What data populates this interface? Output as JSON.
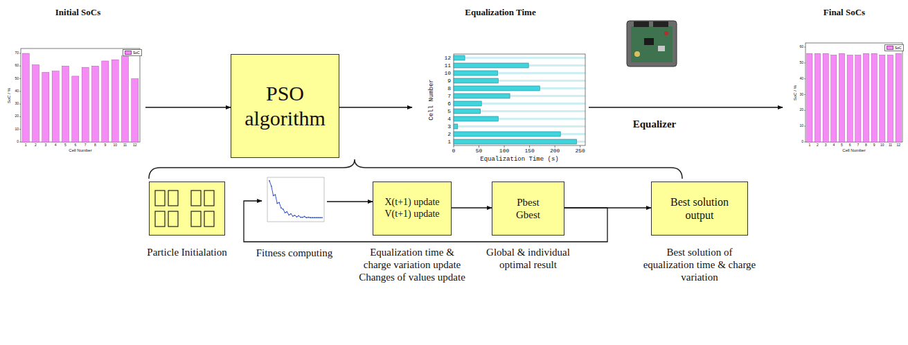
{
  "diagram": {
    "nodes": [
      {
        "text": [
          "Initial SoCs"
        ]
      },
      {
        "text": [
          "PSO algorithm"
        ]
      },
      {
        "text": [
          "Equalization Time"
        ]
      },
      {
        "text": [
          "Final SoCs"
        ]
      },
      {
        "text": [
          "Particle Initialation"
        ]
      },
      {
        "text": [
          "Fitness computing"
        ]
      },
      {
        "text": [
          "X(t+1) update V(t+1) update",
          "Equalization time & charge variation update Changes of values update"
        ]
      },
      {
        "text": [
          "Pbest Gbest",
          "Global & individual optimal result"
        ]
      },
      {
        "text": [
          "Best solution output",
          "Best solution of equalization time & charge variation"
        ]
      }
    ],
    "edges": [
      {
        "from": 0,
        "to": 1,
        "arrow": "to"
      },
      {
        "from": 1,
        "to": 2,
        "arrow": "to"
      },
      {
        "from": 2,
        "to": 3,
        "arrow": "to",
        "label": "Equalizer"
      },
      {
        "from": 5,
        "to": 6,
        "arrow": "to"
      },
      {
        "from": 6,
        "to": 7,
        "arrow": "to"
      },
      {
        "from": 7,
        "to": 8,
        "arrow": "to"
      },
      {
        "from": 7,
        "to": 5,
        "arrow": "to"
      }
    ],
    "labels": [
      "SoC / %",
      "Cell Number",
      "0",
      "10",
      "20",
      "30",
      "40",
      "50",
      "60",
      "70",
      "1",
      "2",
      "3",
      "4",
      "5",
      "6",
      "7",
      "8",
      "9",
      "10",
      "11",
      "12",
      "Cell Number",
      "Equalization Time (s)",
      "1",
      "2",
      "3",
      "4",
      "5",
      "6",
      "7",
      "8",
      "9",
      "10",
      "11",
      "12",
      "0",
      "50",
      "100",
      "150",
      "200",
      "250",
      "SoC / %",
      "Cell Number",
      "0",
      "10",
      "20",
      "30",
      "40",
      "50",
      "60",
      "1",
      "2",
      "3",
      "4",
      "5",
      "6",
      "7",
      "8",
      "9",
      "10",
      "11",
      "12"
    ],
    "legend": [
      {
        "text": "SoC",
        "color": "#f58cf5"
      },
      {
        "text": "SoC",
        "color": "#f58cf5"
      }
    ]
  }
}
